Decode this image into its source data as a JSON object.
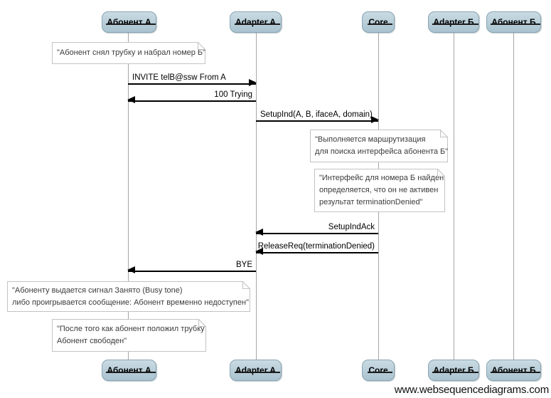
{
  "diagram": {
    "type": "sequence-diagram",
    "actors": [
      {
        "label": "Абонент А"
      },
      {
        "label": "Adapter A"
      },
      {
        "label": "Core"
      },
      {
        "label": "Adapter Б"
      },
      {
        "label": "Абонент Б"
      }
    ],
    "messages": [
      {
        "label": "INVITE telB@ssw From A",
        "from": "Абонент А",
        "to": "Adapter A"
      },
      {
        "label": "100 Trying",
        "from": "Adapter A",
        "to": "Абонент А"
      },
      {
        "label": "SetupInd(A, B, ifaceA, domain)",
        "from": "Adapter A",
        "to": "Core"
      },
      {
        "label": "SetupIndAck",
        "from": "Core",
        "to": "Adapter A"
      },
      {
        "label": "ReleaseReq(terminationDenied)",
        "from": "Core",
        "to": "Adapter A"
      },
      {
        "label": "BYE",
        "from": "Adapter A",
        "to": "Абонент А"
      }
    ],
    "notes": [
      {
        "over": "Абонент А",
        "lines": [
          "\"Абонент снял трубку и набрал номер Б\""
        ]
      },
      {
        "over": "Core",
        "lines": [
          "\"Выполняется маршрутизация",
          "для поиска интерфейса абонента Б\""
        ]
      },
      {
        "over": "Core",
        "lines": [
          "\"Интерфейс для номера Б найден",
          "определяется, что он не активен",
          "результат terminationDenied\""
        ]
      },
      {
        "over": "Абонент А",
        "lines": [
          "\"Абоненту выдается сигнал Занято (Busy tone)",
          "либо проигрывается сообщение: Абонент временно недоступен\""
        ]
      },
      {
        "over": "Абонент А",
        "lines": [
          "\"После того как абонент положил трубку",
          "Абонент свободен\""
        ]
      }
    ],
    "watermark": "www.websequencediagrams.com",
    "colors": {
      "actor_fill_top": "#cadbe3",
      "actor_fill_bottom": "#a9c3d0",
      "actor_border": "#8aa5b3",
      "lifeline": "#a6a6a6",
      "note_border": "#c3c3c3",
      "message": "#000000"
    }
  }
}
